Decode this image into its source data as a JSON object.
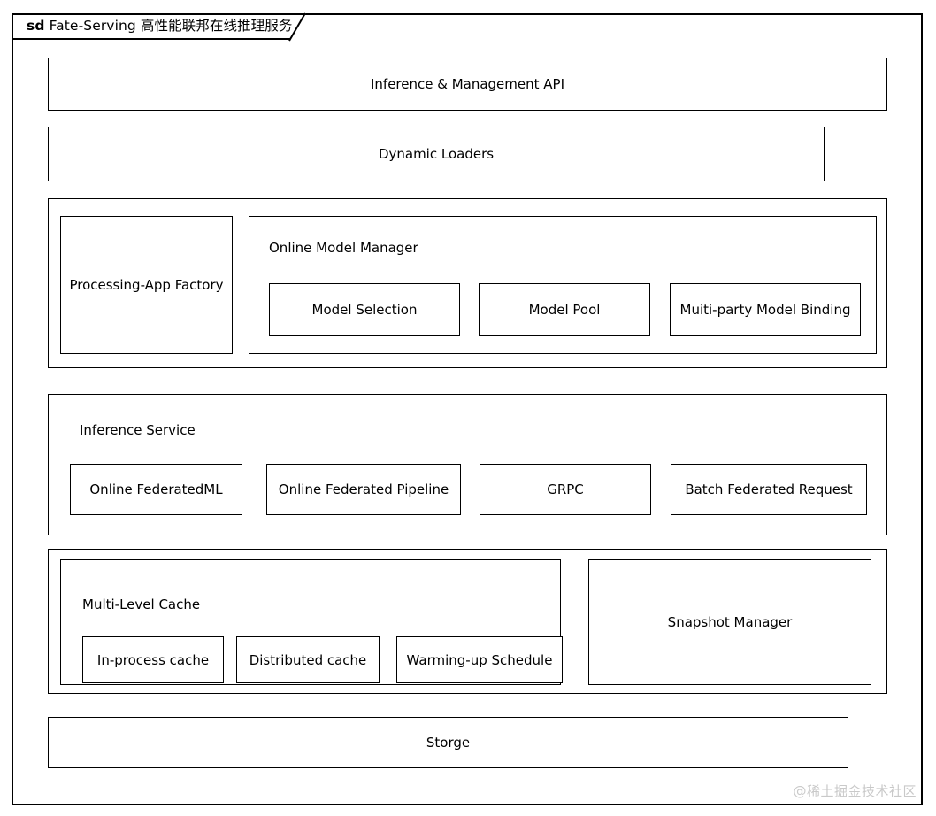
{
  "diagram": {
    "frame_kind": "sd",
    "title_keyword": "sd",
    "title": "Fate-Serving 高性能联邦在线推理服务",
    "watermark": "@稀土掘金技术社区",
    "colors": {
      "stroke": "#000000",
      "background": "#ffffff",
      "watermark": "#c9c9c9"
    },
    "layers": [
      {
        "id": "api",
        "label": "Inference & Management API",
        "children": []
      },
      {
        "id": "dynamic-loaders",
        "label": "Dynamic Loaders",
        "children": []
      },
      {
        "id": "model-layer",
        "label": "",
        "children": [
          {
            "id": "processing-app-factory",
            "label": "Processing-App Factory",
            "children": []
          },
          {
            "id": "online-model-manager",
            "label": "Online Model Manager",
            "children": [
              {
                "id": "model-selection",
                "label": "Model Selection"
              },
              {
                "id": "model-pool",
                "label": "Model Pool"
              },
              {
                "id": "muiti-party-model-binding",
                "label": "Muiti-party Model Binding"
              }
            ]
          }
        ]
      },
      {
        "id": "inference-service",
        "label": "Inference Service",
        "children": [
          {
            "id": "online-federatedml",
            "label": "Online FederatedML"
          },
          {
            "id": "online-federated-pipeline",
            "label": "Online Federated Pipeline"
          },
          {
            "id": "grpc",
            "label": "GRPC"
          },
          {
            "id": "batch-federated-request",
            "label": "Batch Federated Request"
          }
        ]
      },
      {
        "id": "cache-layer",
        "label": "",
        "children": [
          {
            "id": "multi-level-cache",
            "label": "Multi-Level Cache",
            "children": [
              {
                "id": "in-process-cache",
                "label": "In-process cache"
              },
              {
                "id": "distributed-cache",
                "label": "Distributed cache"
              },
              {
                "id": "warming-up-schedule",
                "label": "Warming-up Schedule"
              }
            ]
          },
          {
            "id": "snapshot-manager",
            "label": "Snapshot Manager",
            "children": []
          }
        ]
      },
      {
        "id": "storge",
        "label": "Storge",
        "children": []
      }
    ]
  }
}
